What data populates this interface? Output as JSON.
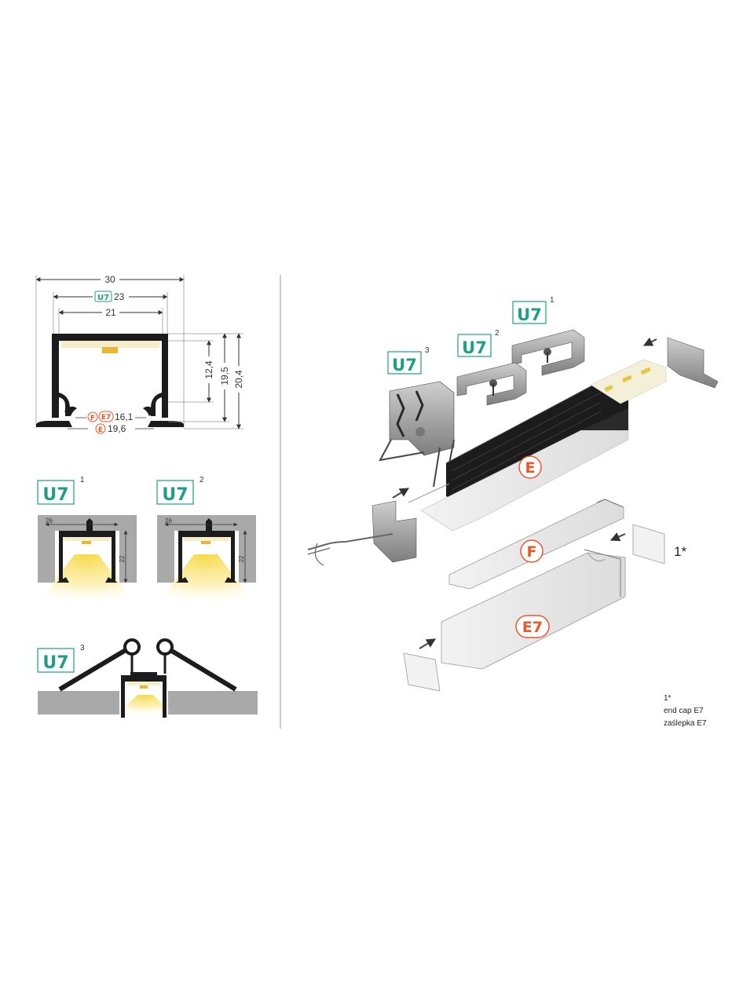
{
  "section_view": {
    "width_outer": "30",
    "u7_tag": "U7",
    "width_u7": "23",
    "width_inner": "21",
    "height_a": "12,4",
    "height_b": "19,5",
    "height_c": "20,4",
    "tag_f": "F",
    "tag_e7": "E7",
    "width_fe7": "16,1",
    "tag_e": "E",
    "width_e": "19,6"
  },
  "mount_variants": [
    {
      "tag": "U7",
      "index": "1",
      "width": "26",
      "depth": "22"
    },
    {
      "tag": "U7",
      "index": "2",
      "width": "26",
      "depth": "22"
    },
    {
      "tag": "U7",
      "index": "3"
    }
  ],
  "exploded_view": {
    "clips": [
      {
        "tag": "U7",
        "index": "1"
      },
      {
        "tag": "U7",
        "index": "2"
      },
      {
        "tag": "U7",
        "index": "3"
      }
    ],
    "parts": {
      "profile": "E",
      "diffuser": "F",
      "cover": "E7"
    },
    "end_cap_ref": "1*"
  },
  "footnote": {
    "ref": "1*",
    "line1": "end cap E7",
    "line2": "zaślepka E7"
  },
  "colors": {
    "tag_green": "#1f9e86",
    "tag_orange": "#e8572b",
    "profile_black": "#1c1c1c",
    "wall_grey": "#a9a9a9",
    "led_yellow": "#f3d34a"
  }
}
